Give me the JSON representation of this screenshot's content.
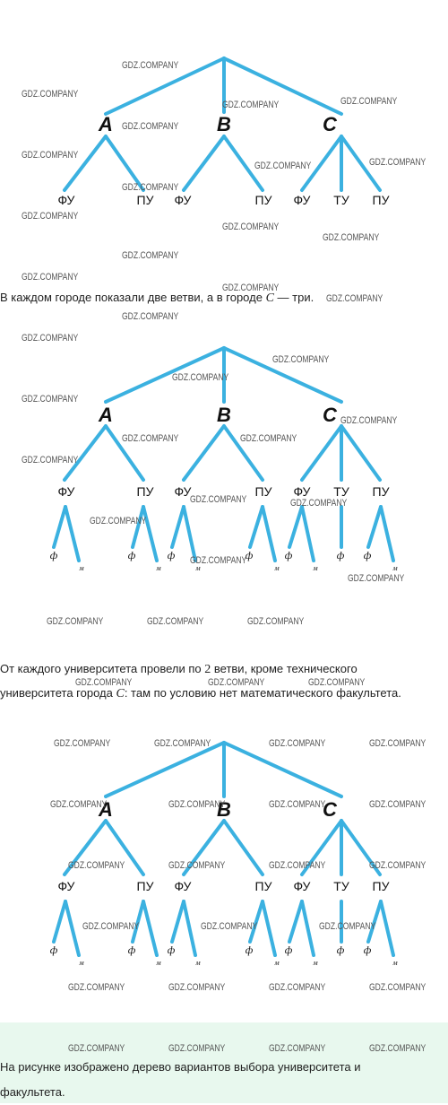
{
  "tree_labels": {
    "cities": [
      "A",
      "B",
      "C"
    ],
    "universities": {
      "fu": "ФУ",
      "pu": "ПУ",
      "tu": "ТУ"
    },
    "faculties": {
      "physics": "ф",
      "math": "м"
    }
  },
  "captions": {
    "p1": {
      "before": "В каждом городе показали две ветви, а в городе ",
      "var": "C",
      "after": " — три."
    },
    "p2": {
      "line1_before": "От каждого университета провели по ",
      "num": "2",
      "line1_after": " ветви, кроме технического",
      "line2_before": "университета города ",
      "var": "C",
      "line2_after": ": там по условию нет математического факультета."
    },
    "footer": {
      "line1": "На рисунке изображено дерево вариантов выбора университета и",
      "line2": "факультета."
    }
  },
  "watermark": "GDZ.COMPANY",
  "colors": {
    "branch": "#3bb1e0",
    "footer_bg": "#e8f8ee"
  }
}
